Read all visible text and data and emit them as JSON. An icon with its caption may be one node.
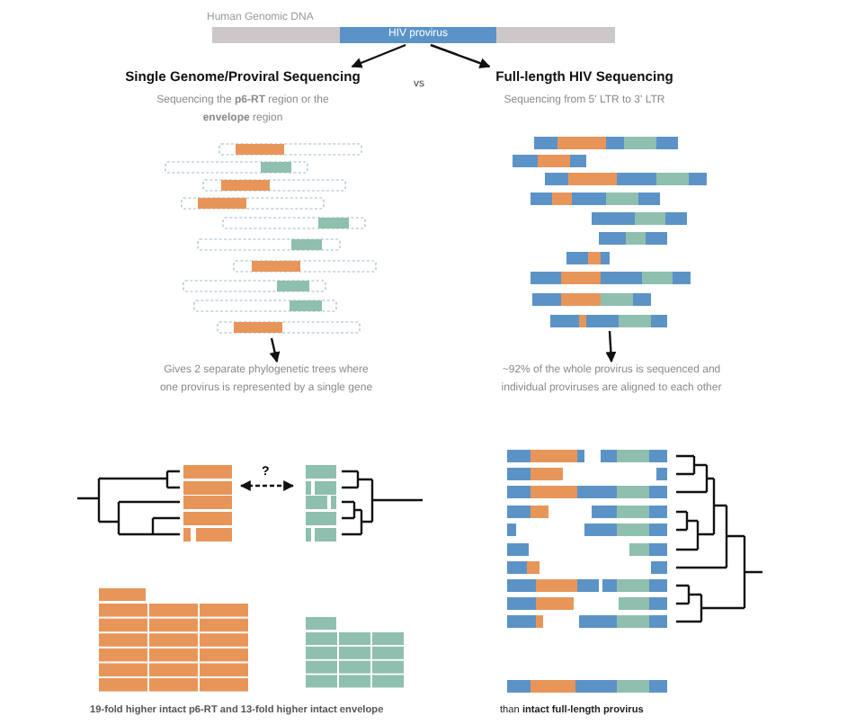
{
  "diagram": {
    "nodes": [
      {
        "text": [
          "Human Genomic DNA"
        ]
      },
      {
        "text": [
          "HIV provirus"
        ],
        "in": 0
      },
      {
        "text": [
          "Single Genome/Proviral Sequencing",
          "Sequencing the **p6-RT** region or the **envelope** region"
        ]
      },
      {
        "text": [
          "Full-length HIV Sequencing",
          "Sequencing from 5' LTR to 3' LTR"
        ]
      },
      {
        "text": [],
        "shape": "picture"
      },
      {
        "text": [
          "Gives 2 separate phylogenetic trees where one provirus is represented by a single gene"
        ]
      },
      {
        "text": [],
        "shape": "picture"
      },
      {
        "text": [
          "~92% of the whole provirus is sequenced and individual proviruses are aligned to each other"
        ]
      },
      {
        "text": [],
        "shape": "picture"
      },
      {
        "text": [],
        "shape": "picture"
      }
    ],
    "edges": [
      {
        "from": 1,
        "to": 2,
        "arrow": "to"
      },
      {
        "from": 1,
        "to": 3,
        "arrow": "to"
      },
      {
        "from": 4,
        "to": 5,
        "arrow": "to"
      },
      {
        "from": 6,
        "to": 7,
        "arrow": "to"
      },
      {
        "from": 8,
        "to": 9,
        "arrow": "both",
        "style": "dashed",
        "label": "?"
      }
    ],
    "labels": [
      "vs",
      "**19-fold higher intact p6-RT** and **13-fold higher intact envelope**",
      "than **intact full-length provirus**"
    ]
  }
}
